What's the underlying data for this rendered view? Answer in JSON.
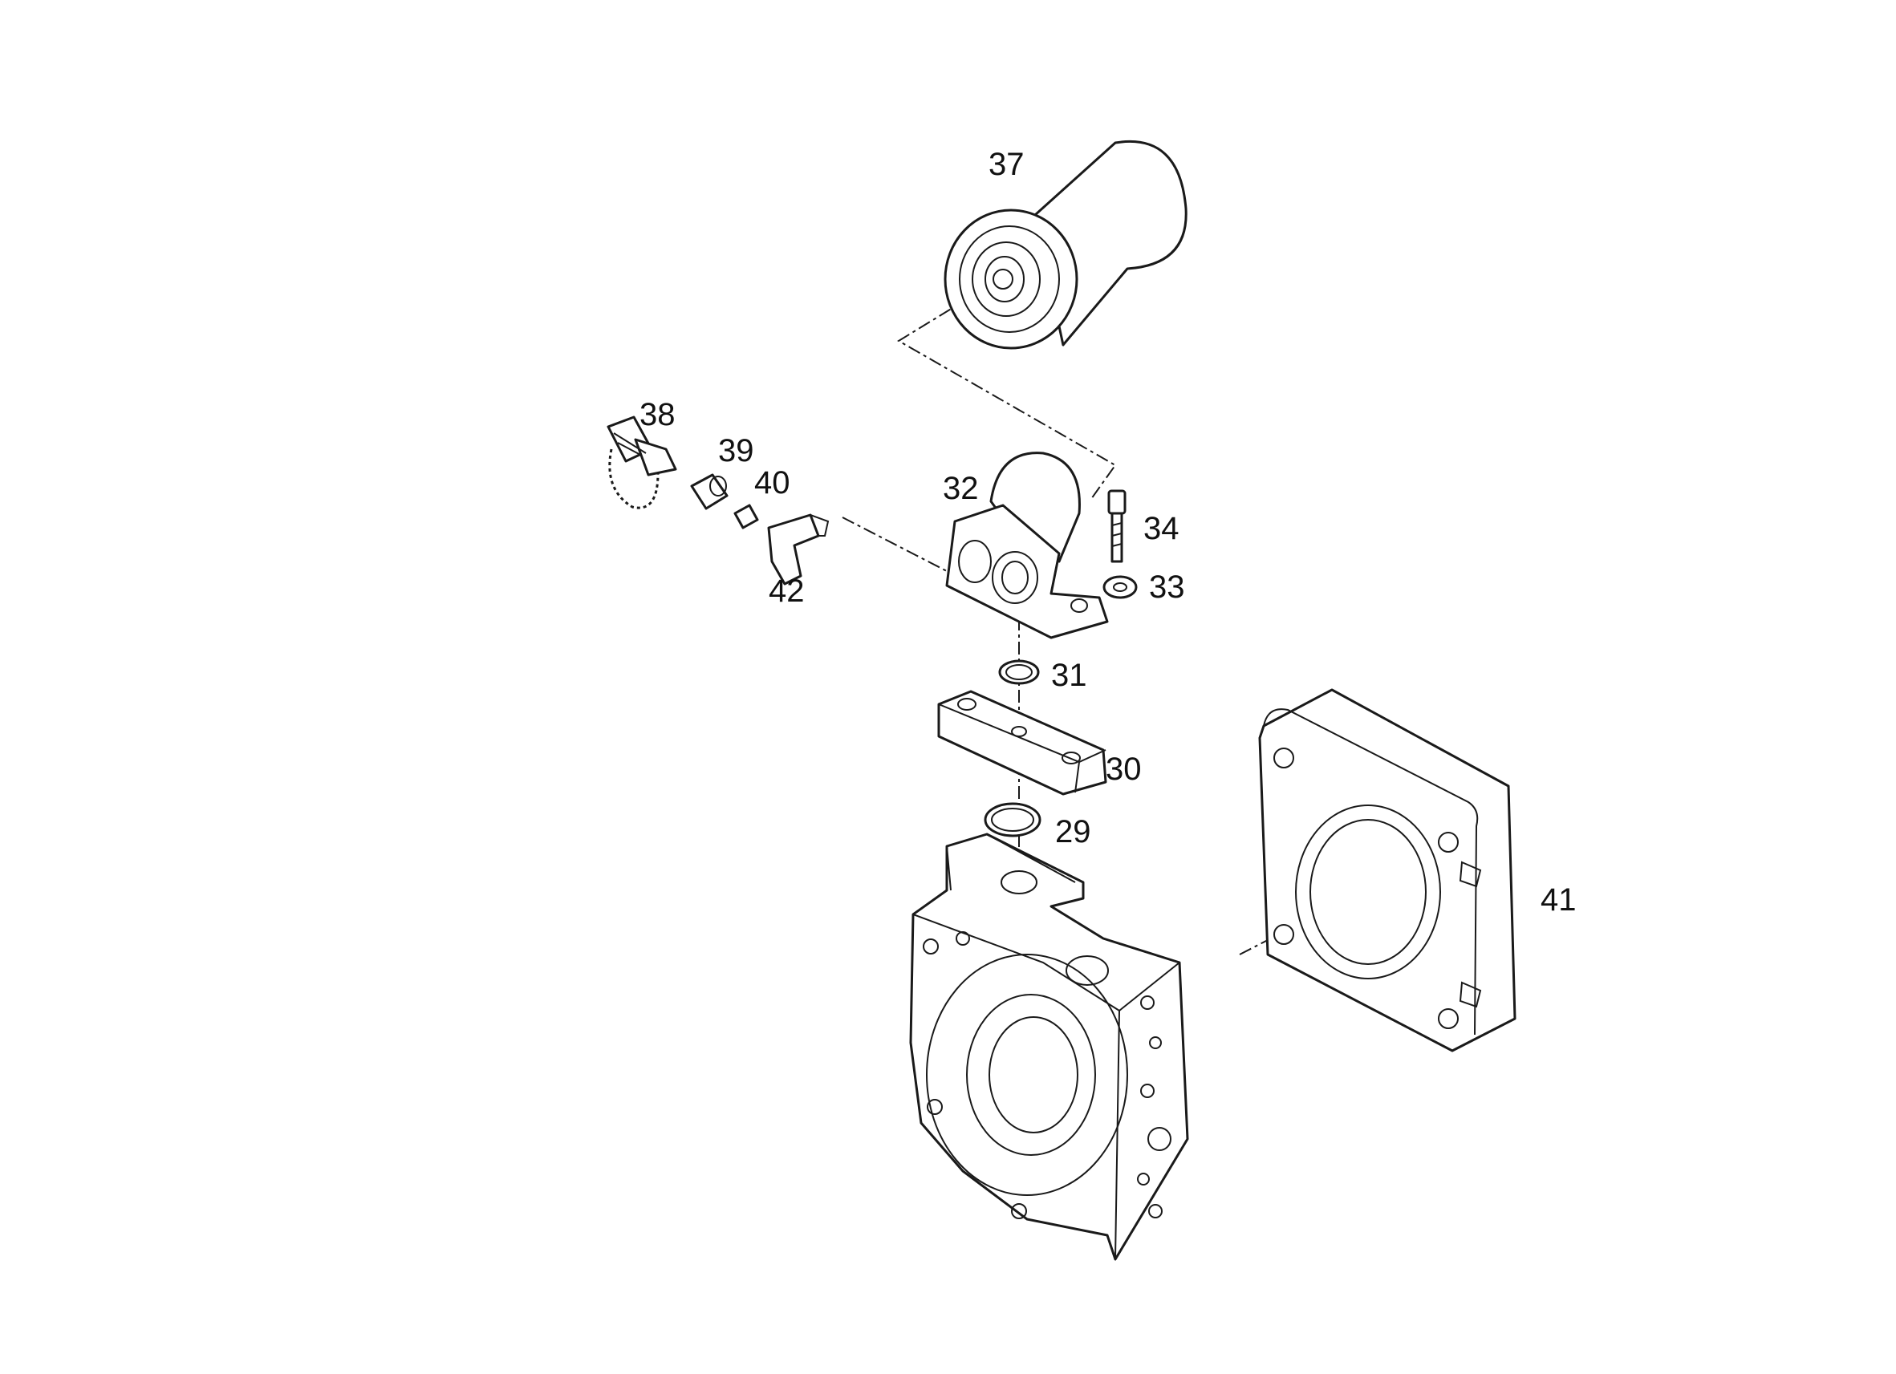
{
  "callouts": {
    "c29": "29",
    "c30": "30",
    "c31": "31",
    "c32": "32",
    "c33": "33",
    "c34": "34",
    "c37": "37",
    "c38": "38",
    "c39": "39",
    "c40": "40",
    "c41": "41",
    "c42": "42"
  }
}
